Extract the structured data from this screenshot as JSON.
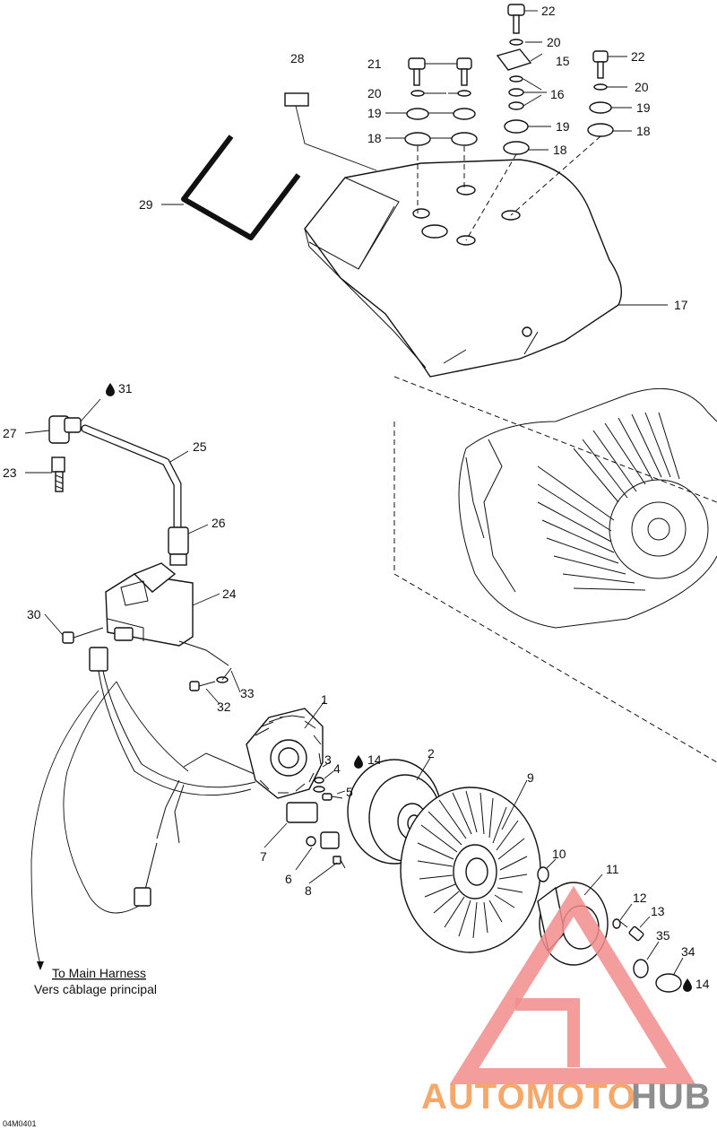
{
  "diagram": {
    "part_numbers": [
      "1",
      "2",
      "3",
      "4",
      "5",
      "6",
      "7",
      "8",
      "9",
      "10",
      "11",
      "12",
      "13",
      "14",
      "15",
      "16",
      "17",
      "18",
      "19",
      "20",
      "21",
      "22",
      "23",
      "24",
      "25",
      "26",
      "27",
      "28",
      "29",
      "30",
      "31",
      "32",
      "33",
      "34",
      "35"
    ],
    "callouts": {
      "c22a": "22",
      "c20a": "20",
      "c15": "15",
      "c22b": "22",
      "c28": "28",
      "c21": "21",
      "c20b": "20",
      "c16": "16",
      "c20c": "20",
      "c19a": "19",
      "c19b": "19",
      "c19c": "19",
      "c18a": "18",
      "c18b": "18",
      "c18c": "18",
      "c29": "29",
      "c17": "17",
      "c31": "31",
      "c27": "27",
      "c25": "25",
      "c23": "23",
      "c26": "26",
      "c24": "24",
      "c30": "30",
      "c33": "33",
      "c32": "32",
      "c1": "1",
      "c2": "2",
      "c3": "3",
      "c4": "4",
      "c14a": "14",
      "c5": "5",
      "c9": "9",
      "c7": "7",
      "c6": "6",
      "c8": "8",
      "c10": "10",
      "c11": "11",
      "c12": "12",
      "c13": "13",
      "c35": "35",
      "c34": "34",
      "c14b": "14"
    },
    "harness_note_en": "To Main Harness",
    "harness_note_fr": "Vers câblage principal",
    "figure_code": "04M0401"
  },
  "watermark": {
    "text_part1": "AUTOMOTO",
    "text_part2": "HUB",
    "colors": {
      "triangle": "#f28c8c",
      "text1": "#f4a86a",
      "text2": "#8e8e8e"
    }
  }
}
